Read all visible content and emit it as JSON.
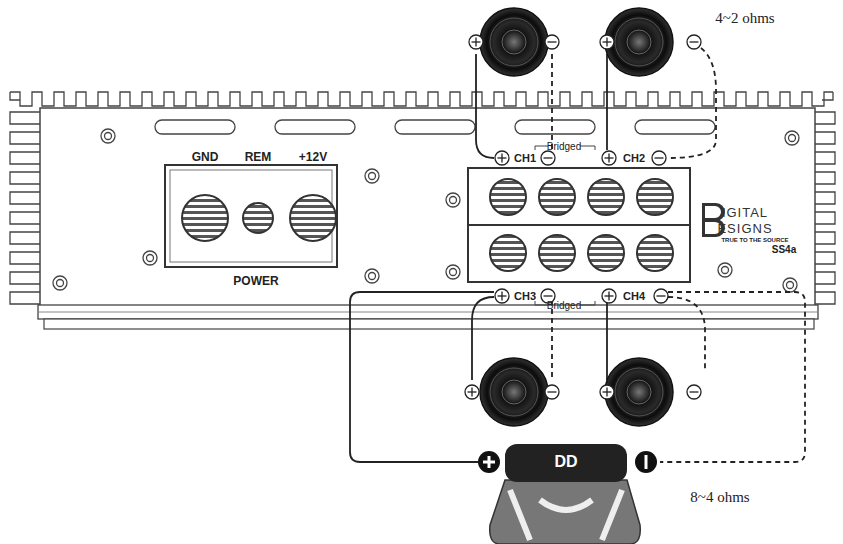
{
  "diagram": {
    "labels": [
      "4~2 ohms",
      "GND",
      "REM",
      "+12V",
      "POWER",
      "CH1",
      "CH2",
      "Bridged",
      "CH3",
      "CH4",
      "Bridged",
      "IGITAL",
      "ESIGNS",
      "TRUE TO THE SOURCE",
      "SS4a",
      "DD",
      "8~4 ohms"
    ]
  }
}
